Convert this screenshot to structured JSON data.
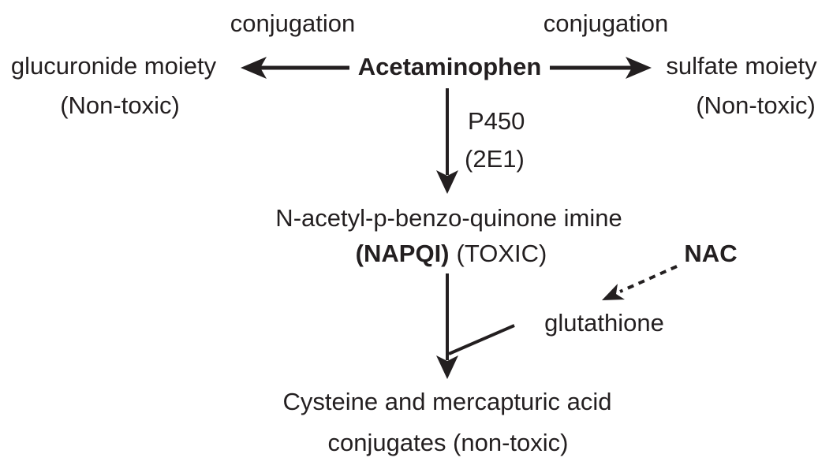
{
  "diagram": {
    "ink_color": "#231f20",
    "background_color": "#ffffff",
    "nodes": {
      "acetaminophen": "Acetaminophen",
      "glucuronide_moiety": "glucuronide moiety",
      "glucuronide_note": "(Non-toxic)",
      "sulfate_moiety": "sulfate moiety",
      "sulfate_note": "(Non-toxic)",
      "napqi_full_name": "N-acetyl-p-benzo-quinone imine",
      "napqi_abbreviation": "(NAPQI)",
      "napqi_toxicity": "(TOXIC)",
      "nac": "NAC",
      "glutathione": "glutathione",
      "conjugates_line1": "Cysteine and mercapturic acid",
      "conjugates_line2": "conjugates (non-toxic)"
    },
    "edge_labels": {
      "conjugation_left": "conjugation",
      "conjugation_right": "conjugation",
      "p450": "P450",
      "p450_isoform": "(2E1)"
    }
  }
}
